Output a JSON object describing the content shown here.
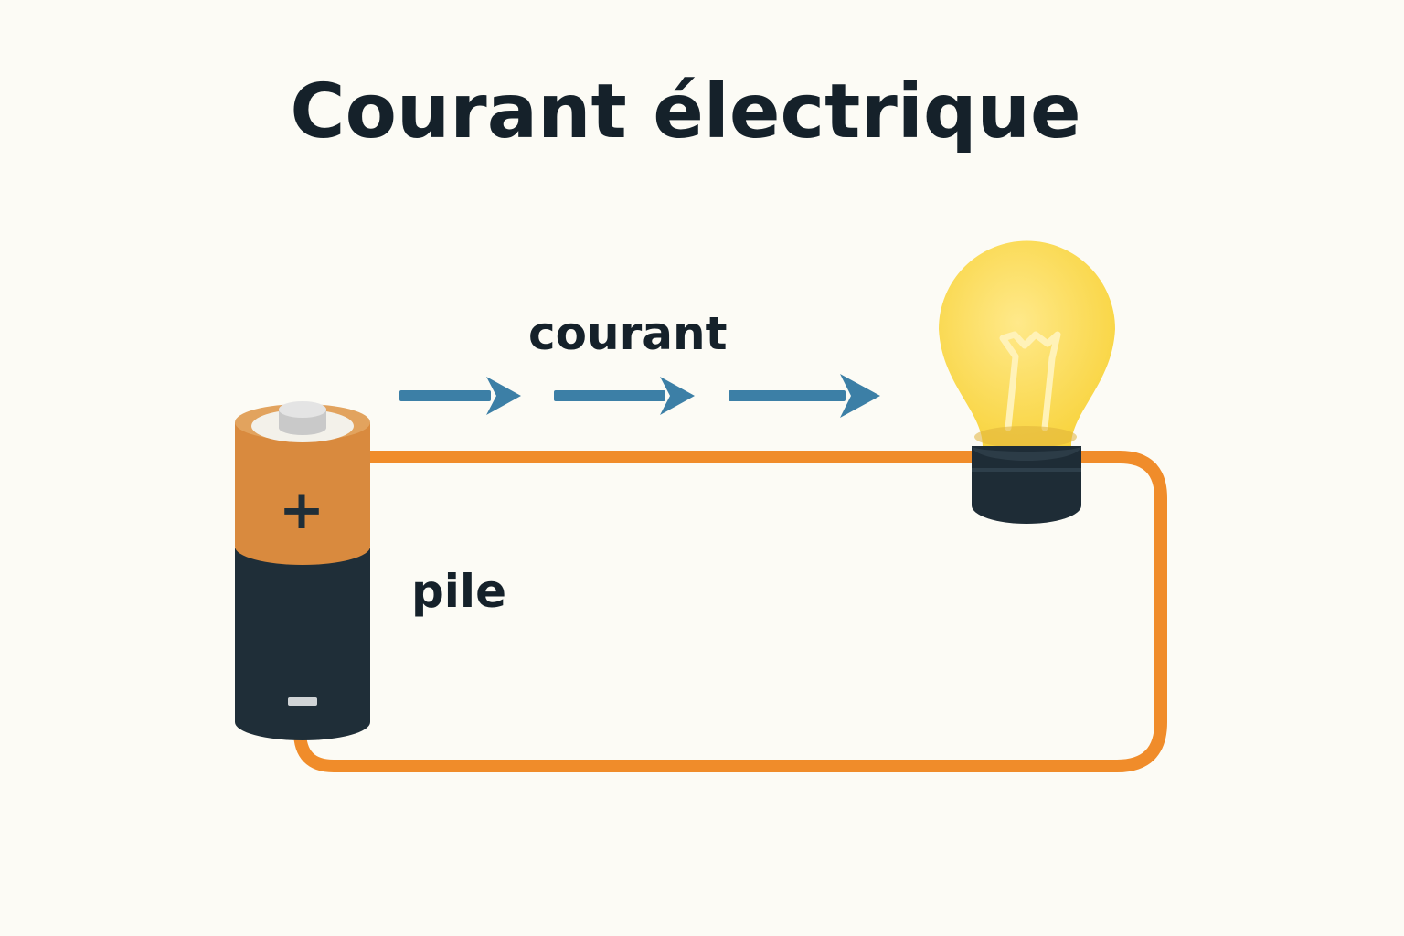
{
  "title": "Courant électrique",
  "labels": {
    "current": "courant",
    "battery": "pile"
  },
  "battery": {
    "positive_symbol": "+",
    "negative_symbol": "−"
  },
  "colors": {
    "background": "#fcfbf5",
    "text": "#15212a",
    "wire": "#f08c2a",
    "arrow": "#3c7fa6",
    "battery_top": "#d98a3e",
    "battery_body": "#1f2e38",
    "terminal": "#cfcfcf",
    "bulb_glass": "#fbd94a",
    "bulb_socket": "#1e2c36"
  },
  "icons": [
    "battery-icon",
    "light-bulb-icon",
    "current-arrow-icon"
  ]
}
